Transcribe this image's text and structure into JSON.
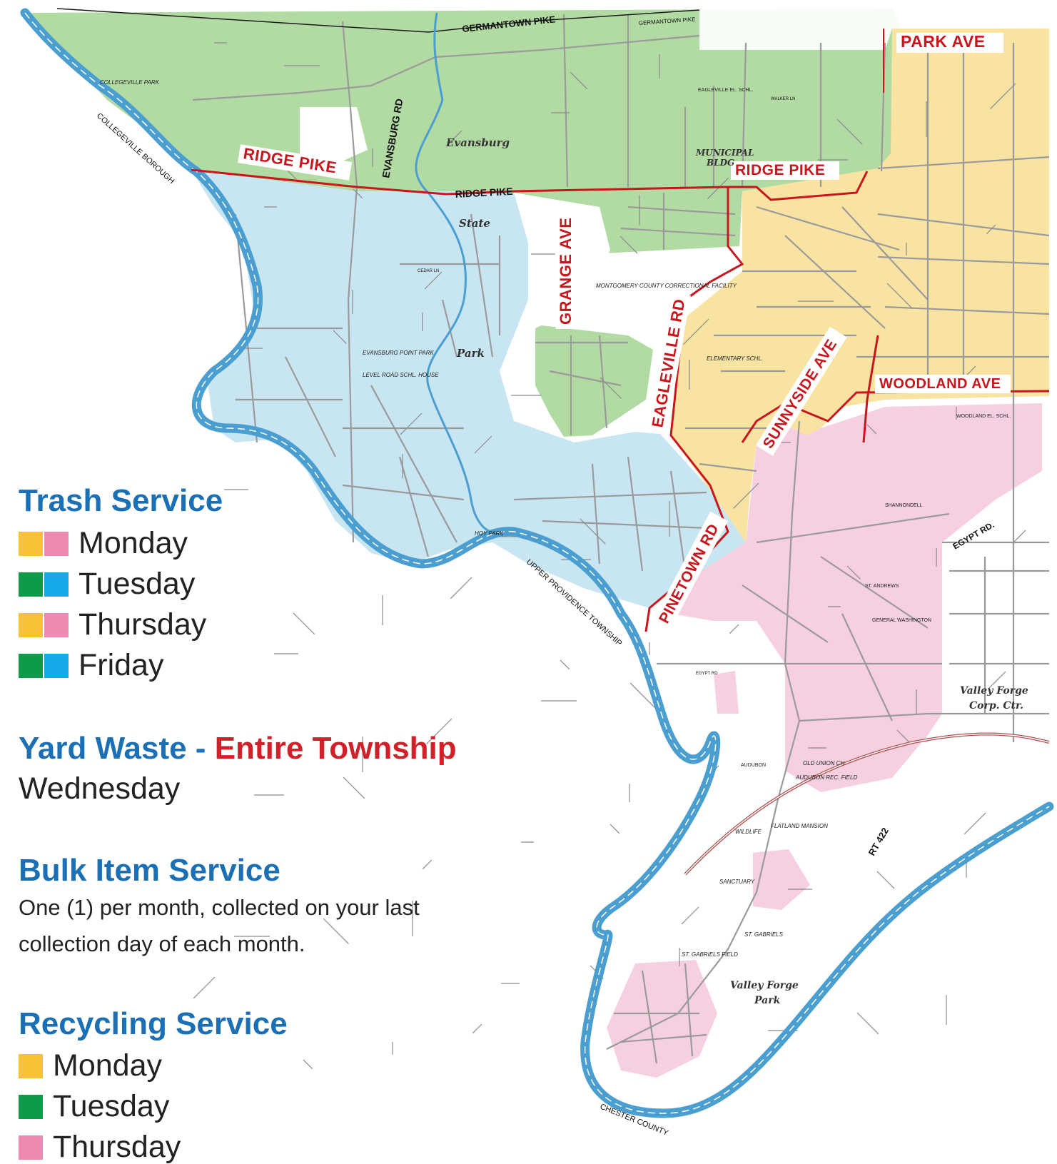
{
  "colors": {
    "green": "#b2dba3",
    "blue": "#c8e6f2",
    "yellow": "#f8e3a2",
    "pink": "#f6d0e1",
    "swatch_yellow": "#f8c238",
    "swatch_pink": "#ee8ab2",
    "swatch_green": "#0f9a4a",
    "swatch_blue": "#16a8e8",
    "river": "#4a9fd0",
    "boundary": "#c8161d",
    "road": "#9a9a9a",
    "title_blue": "#1a6fb5"
  },
  "legend": {
    "trash": {
      "title": "Trash Service",
      "rows": [
        {
          "label": "Monday",
          "swatches": [
            "swatch_yellow",
            "swatch_pink"
          ]
        },
        {
          "label": "Tuesday",
          "swatches": [
            "swatch_green",
            "swatch_blue"
          ]
        },
        {
          "label": "Thursday",
          "swatches": [
            "swatch_yellow",
            "swatch_pink"
          ]
        },
        {
          "label": "Friday",
          "swatches": [
            "swatch_green",
            "swatch_blue"
          ]
        }
      ]
    },
    "yard": {
      "title_a": "Yard Waste - ",
      "title_b": "Entire Township",
      "day": "Wednesday"
    },
    "bulk": {
      "title": "Bulk Item Service",
      "line1": "One (1) per month, collected on your last",
      "line2": "collection day of each month."
    },
    "recycling": {
      "title": "Recycling Service",
      "rows": [
        {
          "label": "Monday",
          "swatch": "swatch_yellow"
        },
        {
          "label": "Tuesday",
          "swatch": "swatch_green"
        },
        {
          "label": "Thursday",
          "swatch": "swatch_pink"
        }
      ]
    }
  },
  "roads_major": {
    "ridge_pike_w": "RIDGE PIKE",
    "ridge_pike_e": "RIDGE PIKE",
    "park_ave": "PARK AVE",
    "woodland_ave": "WOODLAND AVE",
    "grange_ave": "GRANGE AVE",
    "eagleville_rd": "EAGLEVILLE RD",
    "sunnyside_ave": "SUNNYSIDE AVE",
    "pinetown_rd": "PINETOWN RD"
  },
  "roads_minor": {
    "germantown_pike": "GERMANTOWN PIKE",
    "germantown_pike_2": "GERMANTOWN PIKE",
    "evansburg_rd": "EVANSBURG RD",
    "ridge_pike_black": "RIDGE PIKE",
    "egypt_rd": "EGYPT RD.",
    "rt422": "RT 422",
    "upper_providence": "UPPER PROVIDENCE TOWNSHIP",
    "collegeville_borough": "COLLEGEVILLE BOROUGH",
    "chester_county": "CHESTER COUNTY",
    "cedar_ln": "CEDAR LN",
    "walker_ln": "WALKER LN",
    "egypt_rd_small": "EGYPT RD"
  },
  "places": {
    "evansburg": "Evansburg",
    "state": "State",
    "park": "Park",
    "valley_forge_park_1": "Valley Forge",
    "valley_forge_park_2": "Park",
    "valley_forge_corp_1": "Valley Forge",
    "valley_forge_corp_2": "Corp. Ctr.",
    "municipal_1": "MUNICIPAL",
    "municipal_2": "BLDG",
    "shannondell": "SHANNONDELL",
    "audubon": "AUDUBON",
    "old_union": "OLD UNION CH.",
    "audubon_rec": "AUDUBON REC. FIELD",
    "wildlife": "WILDLIFE",
    "sanctuary": "SANCTUARY",
    "st_gabriels": "ST. GABRIELS",
    "st_gabriels_field": "ST. GABRIELS FIELD",
    "flatland": "FLATLAND MANSION",
    "elementary": "ELEMENTARY SCHL.",
    "correctional": "MONTGOMERY COUNTY CORRECTIONAL FACILITY",
    "evansburg_point": "EVANSBURG POINT PARK",
    "level_road": "LEVEL ROAD SCHL. HOUSE",
    "hoy_park": "HOY PARK",
    "collegeville_park": "COLLEGEVILLE PARK",
    "general_washington": "GENERAL WASHINGTON",
    "st_andrews": "ST. ANDREWS",
    "woodland_el": "WOODLAND EL. SCHL.",
    "eagleville_el": "EAGLEVILLE EL. SCHL."
  }
}
